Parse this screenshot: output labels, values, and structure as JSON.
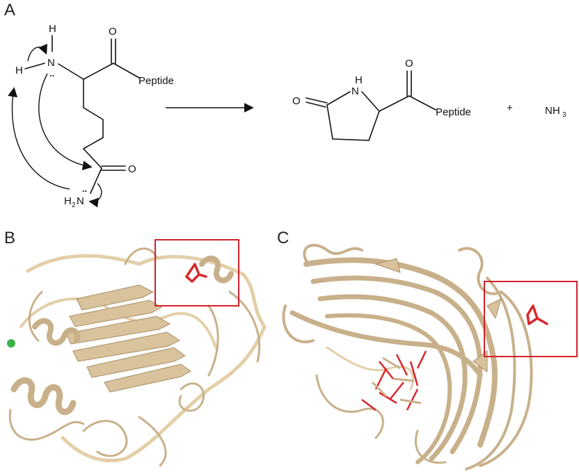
{
  "panels": {
    "a": {
      "label": "A"
    },
    "b": {
      "label": "B"
    },
    "c": {
      "label": "C"
    }
  },
  "reactant": {
    "h_top": "H",
    "h_left": "H",
    "n_amine": "N",
    "lone_pair_amine": "..",
    "o_carbonyl": "O",
    "peptide": "Peptide",
    "o_amide": "O",
    "n_amide_h2": "H",
    "n_amide_sub": "2",
    "n_amide_n": "N",
    "lone_pair_amide": ".."
  },
  "product": {
    "o_carbonyl": "O",
    "nh": "H",
    "n_ring": "N",
    "o_lactam": "O",
    "peptide": "Peptide",
    "plus": "+",
    "nh3_base": "NH",
    "nh3_sub": "3"
  },
  "colors": {
    "protein": "#c8b08a",
    "pyroglutamate": "#d7262b",
    "box": "#d41f2a",
    "ion": "#3cb34a"
  }
}
